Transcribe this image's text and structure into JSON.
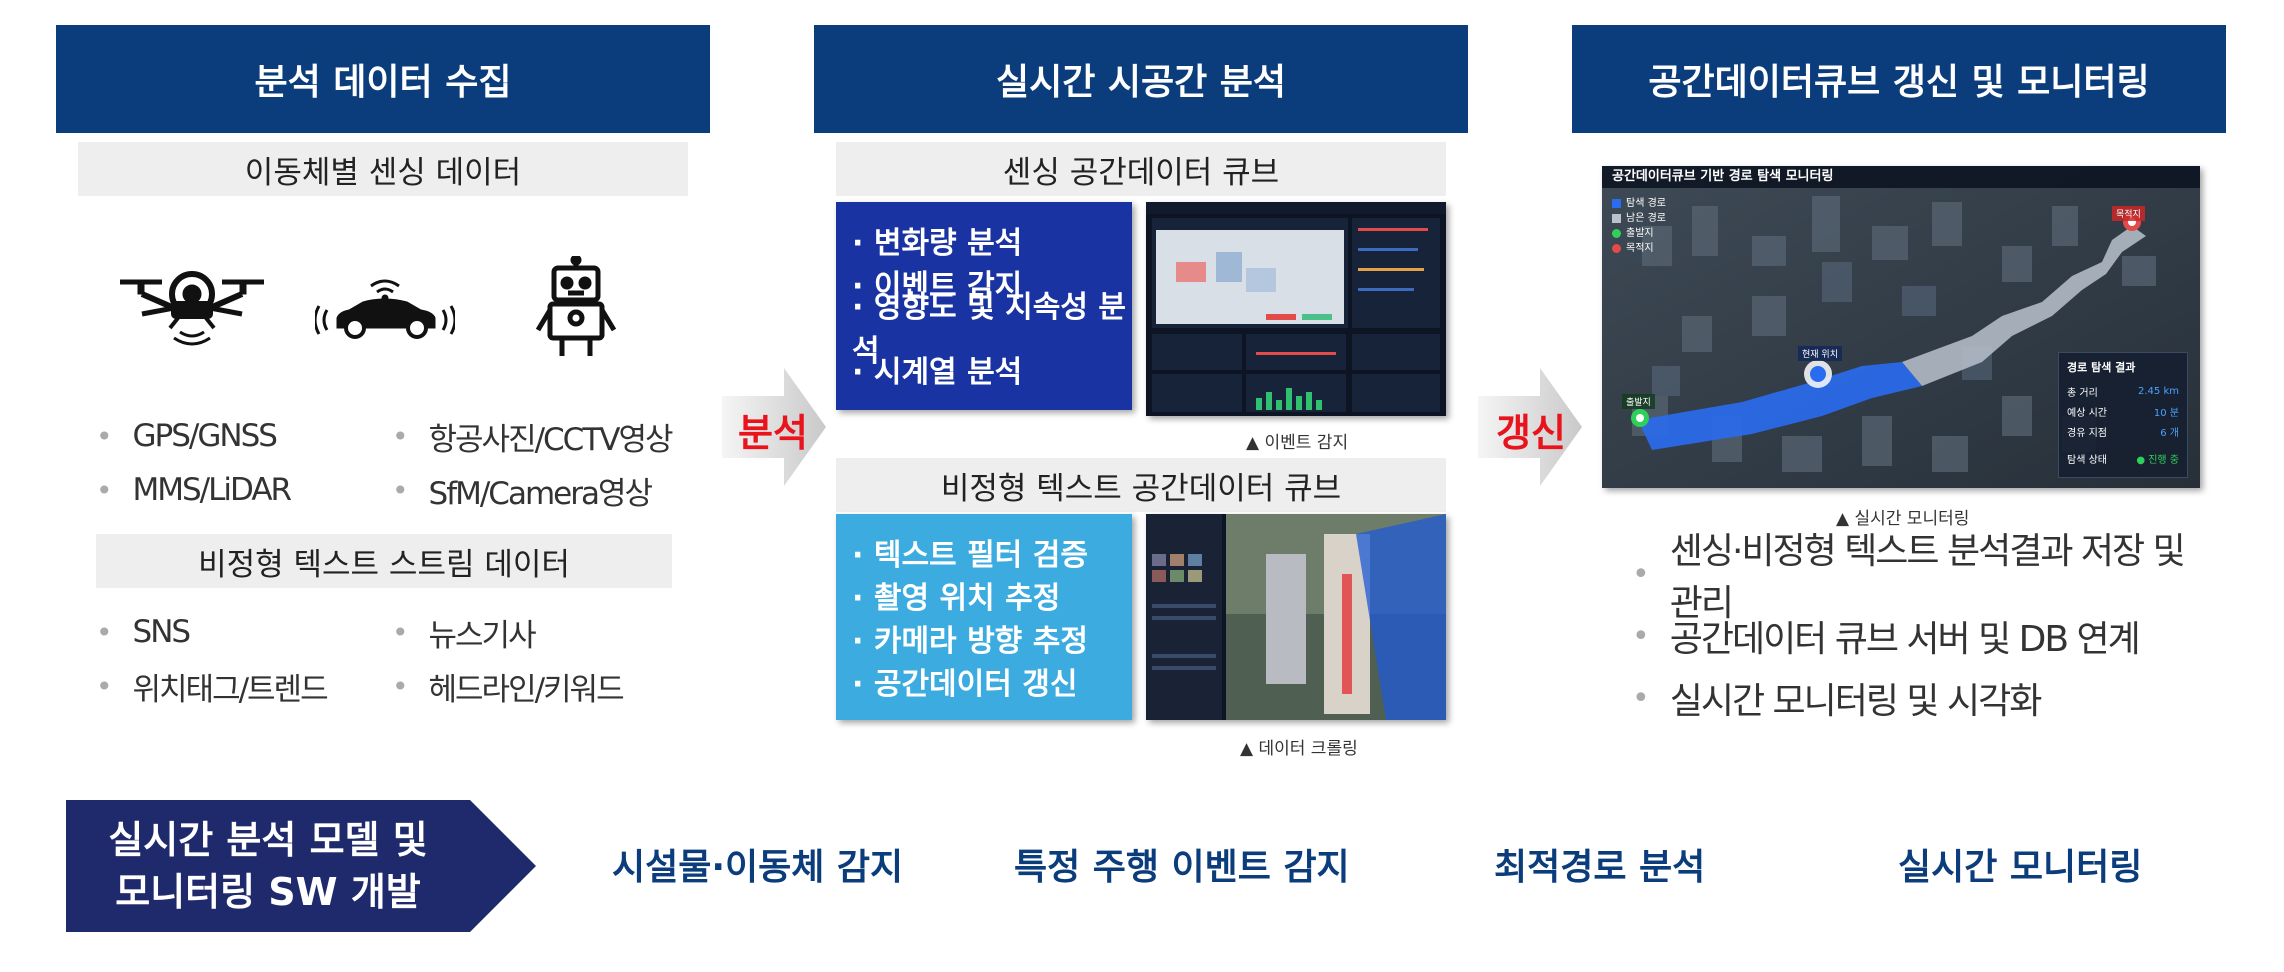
{
  "columns": {
    "col1": {
      "title": "분석 데이터 수집"
    },
    "col2": {
      "title": "실시간 시공간 분석"
    },
    "col3": {
      "title": "공간데이터큐브 갱신 및 모니터링"
    }
  },
  "collection": {
    "sensing_header": "이동체별 센싱 데이터",
    "sensing_items": [
      "GPS/GNSS",
      "항공사진/CCTV영상",
      "MMS/LiDAR",
      "SfM/Camera영상"
    ],
    "text_header": "비정형 텍스트 스트림 데이터",
    "text_items": [
      "SNS",
      "뉴스기사",
      "위치태그/트렌드",
      "헤드라인/키워드"
    ],
    "icons": [
      "drone-icon",
      "autonomous-car-icon",
      "robot-icon"
    ]
  },
  "arrows": {
    "analysis": "분석",
    "update": "갱신"
  },
  "analysis": {
    "cube1_header": "센싱 공간데이터 큐브",
    "cube1_items": [
      "· 변화량 분석",
      "· 이벤트 감지",
      "· 영향도 및 지속성 분석",
      "· 시계열 분석"
    ],
    "cube1_caption": "▲ 이벤트 감지",
    "cube2_header": "비정형 텍스트 공간데이터 큐브",
    "cube2_items": [
      "· 텍스트 필터 검증",
      "· 촬영 위치 추정",
      "· 카메라 방향 추정",
      "· 공간데이터 갱신"
    ],
    "cube2_caption": "▲ 데이터  크롤링"
  },
  "monitoring": {
    "screen_title": "공간데이터큐브 기반 경로 탐색 모니터링",
    "legend": [
      "탐색 경로",
      "남은 경로",
      "출발지",
      "목적지"
    ],
    "label_destination": "목적지",
    "label_current": "현재 위치",
    "label_origin": "출발지",
    "result_title": "경로 탐색 결과",
    "result_rows": [
      {
        "label": "총 거리",
        "value": "2.45 km"
      },
      {
        "label": "예상 시간",
        "value": "10 분"
      },
      {
        "label": "경유 지점",
        "value": "6 개"
      }
    ],
    "status_label": "탐색 상태",
    "status_value": "● 진행 중",
    "caption": "▲ 실시간 모니터링",
    "items": [
      "센싱·비정형 텍스트 분석결과 저장 및 관리",
      "공간데이터 큐브 서버 및 DB 연계",
      "실시간 모니터링 및 시각화"
    ]
  },
  "footer": {
    "title_line1": "실시간 분석 모델 및",
    "title_line2": "모니터링 SW 개발",
    "items": [
      "시설물·이동체 감지",
      "특정 주행 이벤트 감지",
      "최적경로 분석",
      "실시간 모니터링"
    ]
  },
  "colors": {
    "navy": "#0b3d7c",
    "blue_box": "#1a33a3",
    "sky_box": "#3cace0",
    "accent_red": "#e8131b"
  }
}
